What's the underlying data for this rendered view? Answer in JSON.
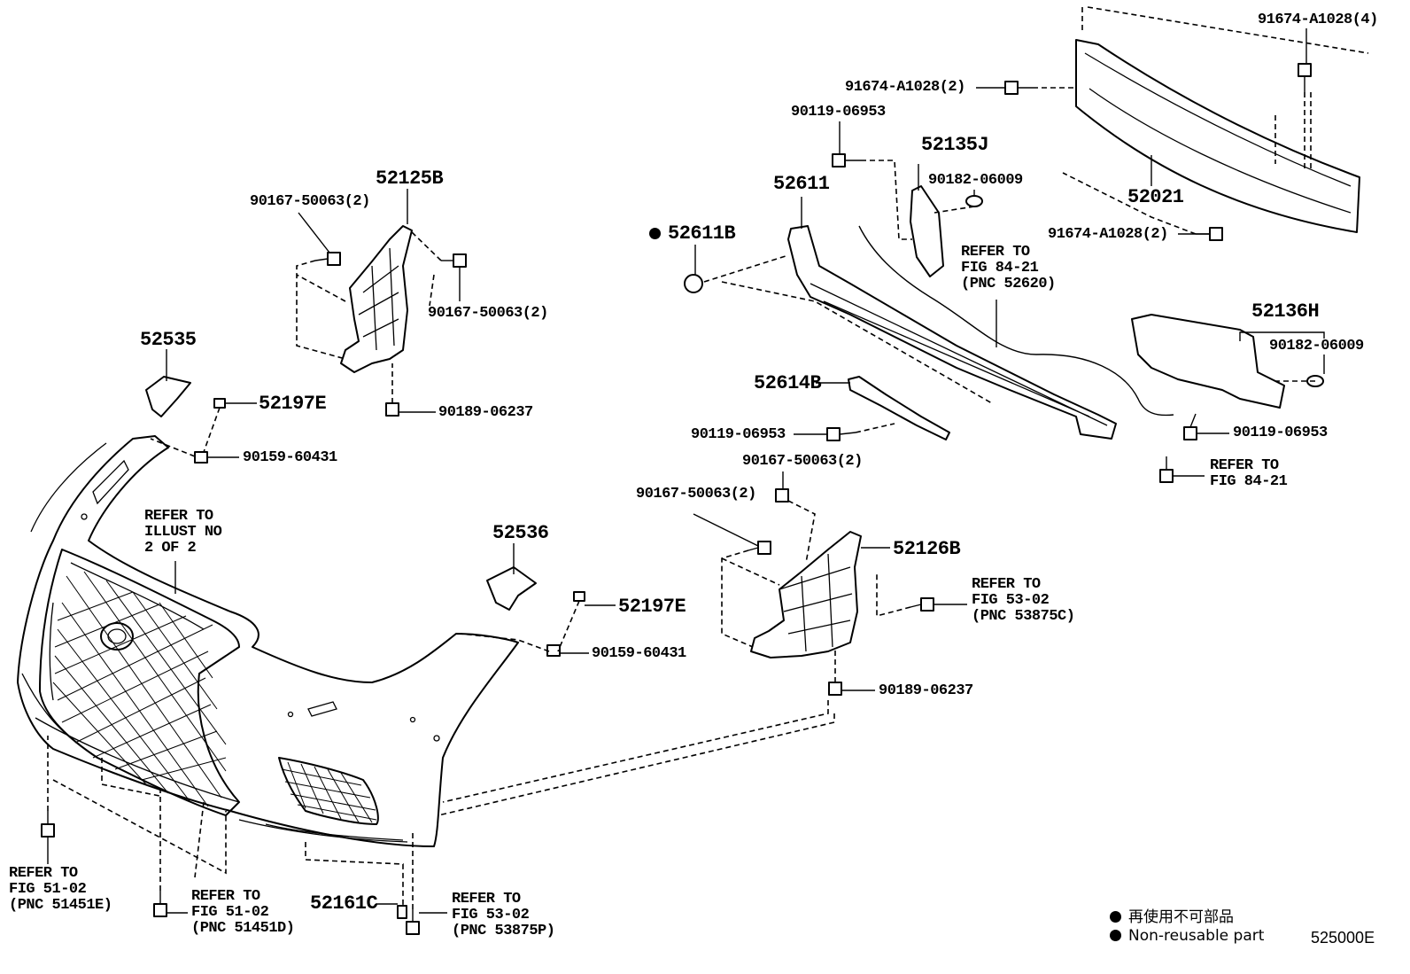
{
  "labels": {
    "p91674_a1028_4": "91674-A1028(4)",
    "p91674_a1028_2_top": "91674-A1028(2)",
    "p90119_06953_top": "90119-06953",
    "p52135j": "52135J",
    "p90182_06009_top": "90182-06009",
    "p52611": "52611",
    "p52021": "52021",
    "p91674_a1028_2_bot": "91674-A1028(2)",
    "p52611b": "52611B",
    "refer_84_21_a": "REFER TO\nFIG 84-21\n(PNC 52620)",
    "p52136h": "52136H",
    "p90182_06009_right": "90182-06009",
    "p52125b": "52125B",
    "p90167_50063_2_a": "90167-50063(2)",
    "p90167_50063_2_b": "90167-50063(2)",
    "p52535": "52535",
    "p52197e_a": "52197E",
    "p90189_06237_a": "90189-06237",
    "p90159_60431_a": "90159-60431",
    "p52614b": "52614B",
    "p90119_06953_mid": "90119-06953",
    "p90119_06953_right": "90119-06953",
    "refer_84_21_b": "REFER TO\nFIG 84-21",
    "p90167_50063_2_c": "90167-50063(2)",
    "p90167_50063_2_d": "90167-50063(2)",
    "refer_illust": "REFER TO\nILLUST NO\n2 OF 2",
    "p52536": "52536",
    "p52126b": "52126B",
    "refer_53_02_c": "REFER TO\nFIG 53-02\n(PNC 53875C)",
    "p52197e_b": "52197E",
    "p90159_60431_b": "90159-60431",
    "p90189_06237_b": "90189-06237",
    "refer_51_02_e": "REFER TO\nFIG 51-02\n(PNC 51451E)",
    "refer_51_02_d": "REFER TO\nFIG 51-02\n(PNC 51451D)",
    "p52161c": "52161C",
    "refer_53_02_p": "REFER TO\nFIG 53-02\n(PNC 53875P)"
  },
  "legend": {
    "jp": "再使用不可部品",
    "en": "Non-reusable part"
  },
  "figure_id": "525000E"
}
